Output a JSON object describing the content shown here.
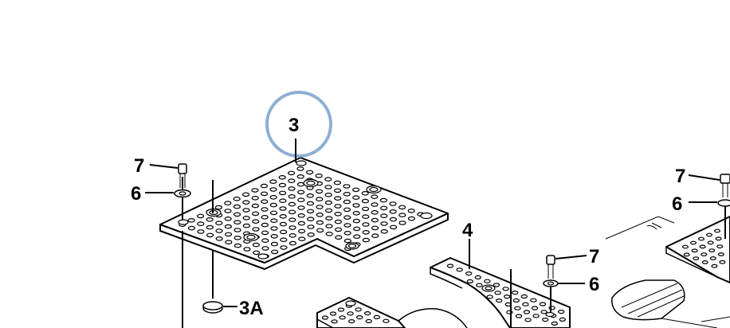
{
  "callouts": {
    "plate_main": "3",
    "plug": "3A",
    "plate_lower": "4",
    "bolt_left": "7",
    "washer_left": "6",
    "bolt_center": "7",
    "washer_center": "6",
    "bolt_right": "7",
    "washer_right": "6"
  },
  "colors": {
    "highlight_ring": "#8eaed3",
    "line": "#000000",
    "background": "#ffffff"
  }
}
